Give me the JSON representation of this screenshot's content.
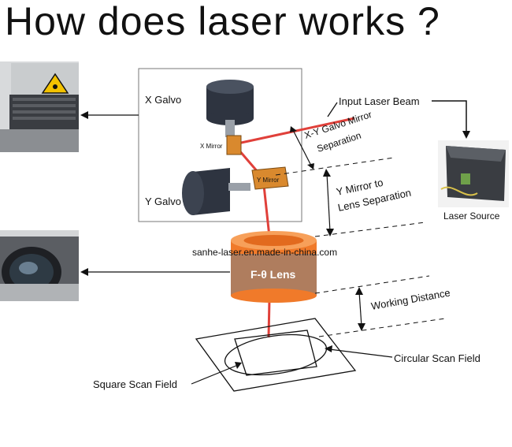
{
  "title": "How does laser works ?",
  "watermark": "sanhe-laser.en.made-in-china.com",
  "labels": {
    "x_galvo": "X Galvo",
    "y_galvo": "Y Galvo",
    "x_mirror": "X Mirror",
    "y_mirror": "Y Mirror",
    "input_beam": "Input Laser Beam",
    "xy_sep_1": "X-Y Galvo Mirror",
    "xy_sep_2": "Separation",
    "ymirror_lens_1": "Y Mirror to",
    "ymirror_lens_2": "Lens Separation",
    "lens": "F-θ Lens",
    "working_distance": "Working Distance",
    "circular_field": "Circular Scan Field",
    "square_field": "Square Scan Field",
    "laser_source": "Laser Source"
  },
  "colors": {
    "laser_beam": "#e0403a",
    "lens_orange": "#f07a2a",
    "galvo_body": "#2e3440",
    "mirror_orange": "#d9892e"
  }
}
